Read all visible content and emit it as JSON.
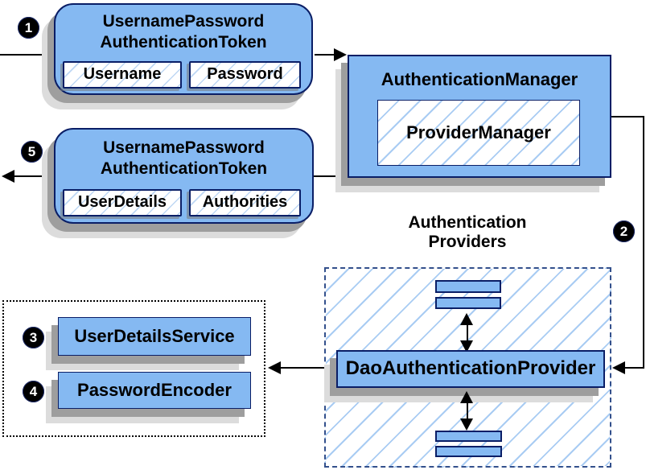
{
  "colors": {
    "box_fill": "#85b9f2",
    "box_border": "#0a1e66",
    "hatch_line": "#a9ccf3",
    "hatch_line_light": "#bed7f4",
    "dashed_border": "#33508c",
    "shadow_dark": "#9e9e9e",
    "shadow_light": "#dcdcdc",
    "connector": "#000000"
  },
  "steps": {
    "s1": "1",
    "s2": "2",
    "s3": "3",
    "s4": "4",
    "s5": "5"
  },
  "request_token": {
    "title_line1": "UsernamePassword",
    "title_line2": "AuthenticationToken",
    "field1": "Username",
    "field2": "Password"
  },
  "response_token": {
    "title_line1": "UsernamePassword",
    "title_line2": "AuthenticationToken",
    "field1": "UserDetails",
    "field2": "Authorities"
  },
  "authentication_manager": {
    "title": "AuthenticationManager",
    "provider_manager": "ProviderManager"
  },
  "authentication_providers": {
    "label_line1": "Authentication",
    "label_line2": "Providers",
    "dao_provider": "DaoAuthenticationProvider"
  },
  "services": {
    "user_details_service": "UserDetailsService",
    "password_encoder": "PasswordEncoder"
  }
}
